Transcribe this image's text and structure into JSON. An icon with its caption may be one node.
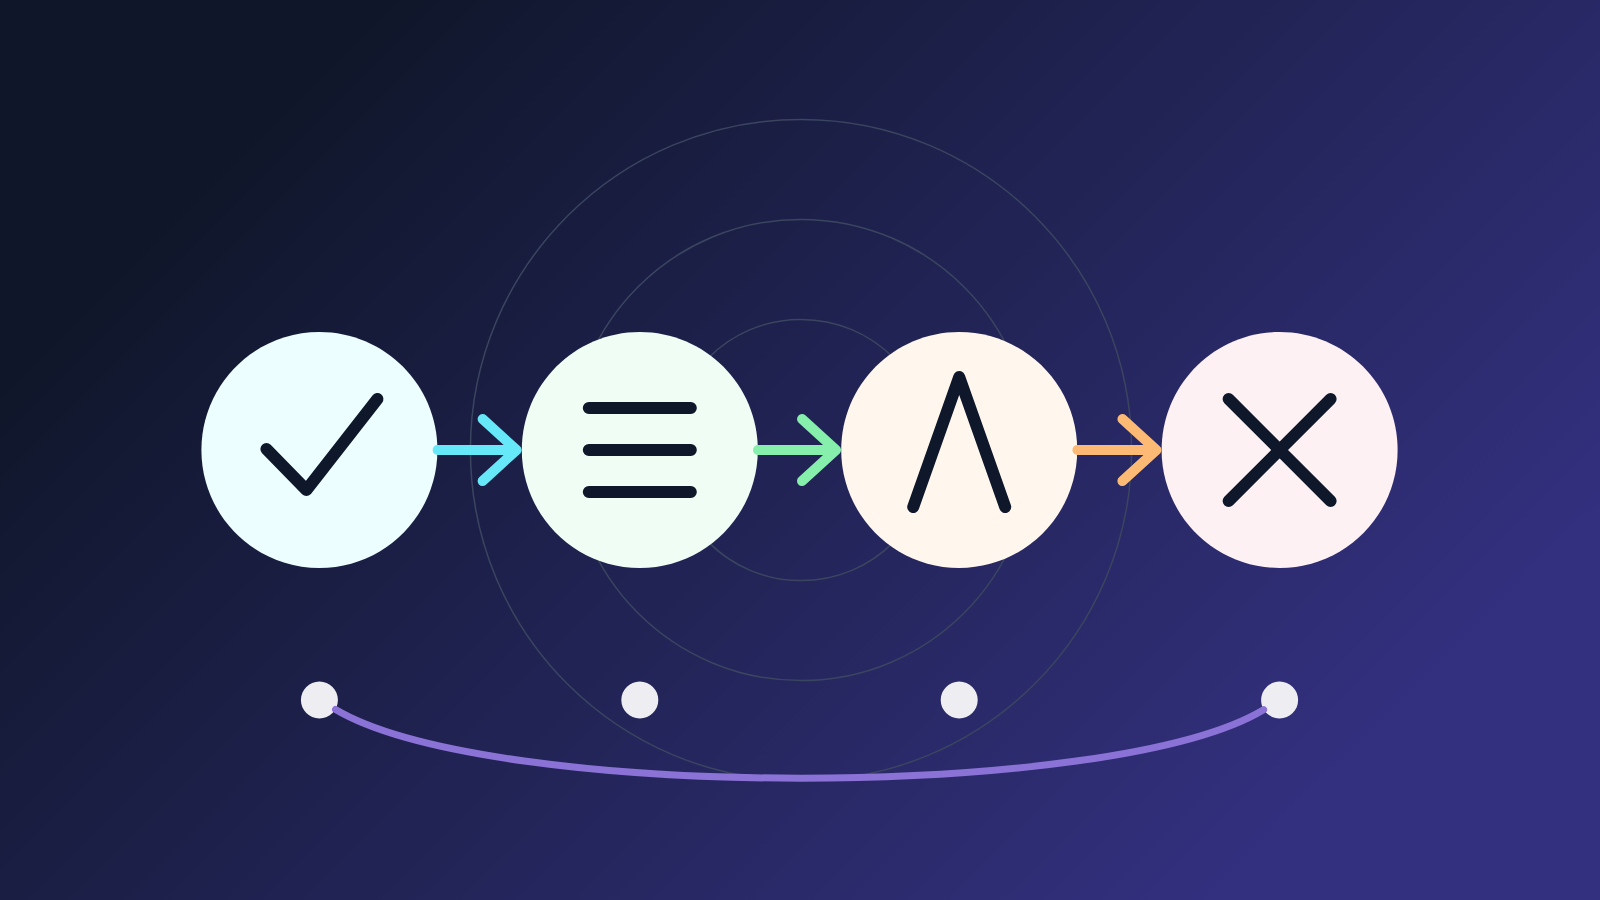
{
  "diagram": {
    "nodes": [
      {
        "text": [],
        "shape": "circle"
      },
      {
        "text": [],
        "shape": "circle"
      },
      {
        "text": [],
        "shape": "circle"
      },
      {
        "text": [],
        "shape": "circle"
      },
      {
        "text": [],
        "shape": "circle"
      },
      {
        "text": [],
        "shape": "circle"
      },
      {
        "text": [],
        "shape": "circle"
      },
      {
        "text": [],
        "shape": "circle"
      }
    ],
    "edges": [
      {
        "from": 0,
        "to": 1,
        "arrow": "to",
        "color": "#67e8f9"
      },
      {
        "from": 1,
        "to": 2,
        "arrow": "to",
        "color": "#86efac"
      },
      {
        "from": 2,
        "to": 3,
        "arrow": "to",
        "color": "#fdba74"
      },
      {
        "from": 4,
        "to": 7,
        "arrow": "none",
        "color": "#8b72d6"
      }
    ]
  }
}
